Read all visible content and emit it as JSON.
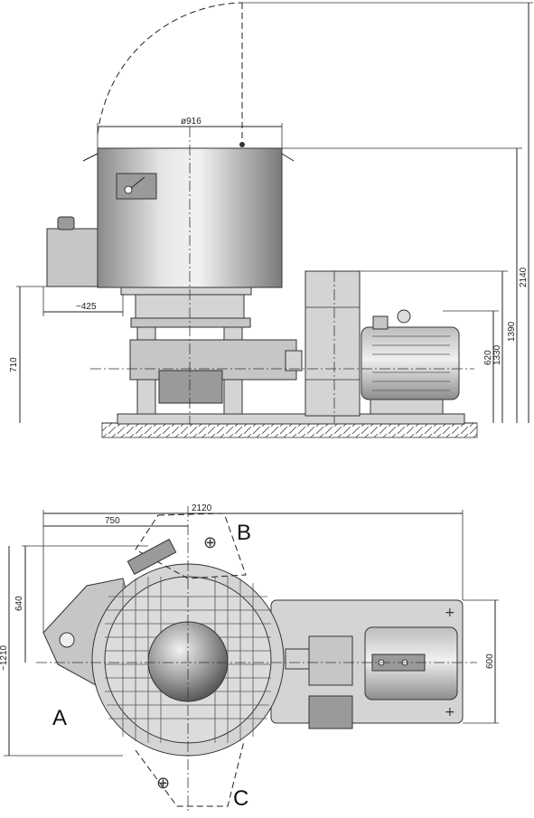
{
  "dimensions": {
    "top_diameter": "ø916",
    "left_offset": "~425",
    "left_height": "710",
    "h620": "620",
    "h1330": "1330",
    "h1390": "1390",
    "h2140": "2140",
    "total_length": "2120",
    "offset_750": "750",
    "width_640": "640",
    "width_1210": "~1210",
    "width_600": "600"
  },
  "letters": {
    "a": "A",
    "b": "B",
    "c": "C"
  }
}
